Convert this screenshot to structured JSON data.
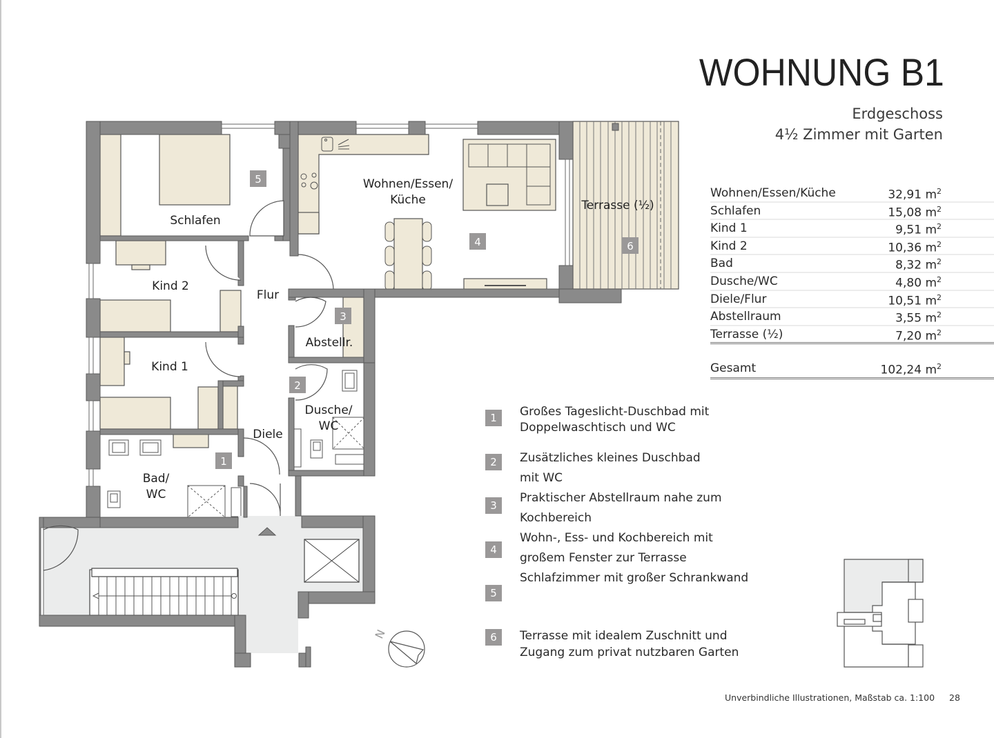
{
  "header": {
    "title": "WOHNUNG B1",
    "floor": "Erdgeschoss",
    "rooms_summary": "4½ Zimmer mit Garten"
  },
  "areas": {
    "unit": "m",
    "rows": [
      {
        "name": "Wohnen/Essen/Küche",
        "value": "32,91"
      },
      {
        "name": "Schlafen",
        "value": "15,08"
      },
      {
        "name": "Kind 1",
        "value": "9,51"
      },
      {
        "name": "Kind 2",
        "value": "10,36"
      },
      {
        "name": "Bad",
        "value": "8,32"
      },
      {
        "name": "Dusche/WC",
        "value": "4,80"
      },
      {
        "name": "Diele/Flur",
        "value": "10,51"
      },
      {
        "name": "Abstellraum",
        "value": "3,55"
      },
      {
        "name": "Terrasse (½)",
        "value": "7,20"
      }
    ],
    "total": {
      "name": "Gesamt",
      "value": "102,24"
    }
  },
  "features": [
    {
      "num": "1",
      "lines": [
        "Großes Tageslicht-Duschbad mit",
        "Doppelwaschtisch und WC"
      ]
    },
    {
      "num": "2",
      "lines": [
        "Zusätzliches kleines Duschbad",
        "mit WC"
      ]
    },
    {
      "num": "3",
      "lines": [
        "Praktischer Abstellraum nahe zum",
        "Kochbereich"
      ]
    },
    {
      "num": "4",
      "lines": [
        "Wohn-, Ess- und Kochbereich mit",
        "großem Fenster zur Terrasse"
      ]
    },
    {
      "num": "5",
      "lines": [
        "Schlafzimmer mit großer Schrankwand",
        ""
      ]
    },
    {
      "num": "6",
      "lines": [
        "Terrasse mit idealem Zuschnitt und",
        "Zugang zum privat nutzbaren Garten"
      ]
    }
  ],
  "plan": {
    "rooms": {
      "schlafen": "Schlafen",
      "kind2": "Kind 2",
      "kind1": "Kind 1",
      "flur": "Flur",
      "diele": "Diele",
      "bad_l1": "Bad/",
      "bad_l2": "WC",
      "wohnen_l1": "Wohnen/Essen/",
      "wohnen_l2": "Küche",
      "terrasse": "Terrasse (½)",
      "abstell": "Abstellr.",
      "dusche_l1": "Dusche/",
      "dusche_l2": "WC"
    },
    "badges": {
      "b1": "1",
      "b2": "2",
      "b3": "3",
      "b4": "4",
      "b5": "5",
      "b6": "6"
    },
    "compass_label": "N"
  },
  "colors": {
    "wall": "#8a8a8a",
    "furniture": "#efe9d8",
    "badge": "#9a9898",
    "stair_area": "#ebecec"
  },
  "footer": {
    "note": "Unverbindliche Illustrationen, Maßstab ca. 1:100",
    "page": "28"
  }
}
